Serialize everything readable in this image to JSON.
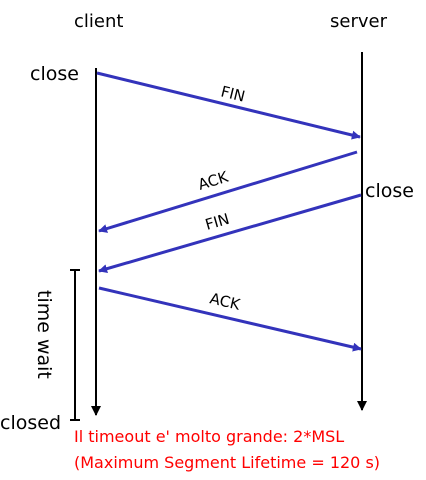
{
  "client_label": "client",
  "server_label": "server",
  "client_close": "close",
  "server_close": "close",
  "closed_label": "closed",
  "time_wait_label": "time wait",
  "messages": [
    "FIN",
    "ACK",
    "FIN",
    "ACK"
  ],
  "note_line1": "Il timeout e' molto grande: 2*MSL",
  "note_line2": "(Maximum Segment Lifetime = 120 s)",
  "colors": {
    "arrow": "#3333bb",
    "note": "#ff0000",
    "line": "#000000"
  }
}
